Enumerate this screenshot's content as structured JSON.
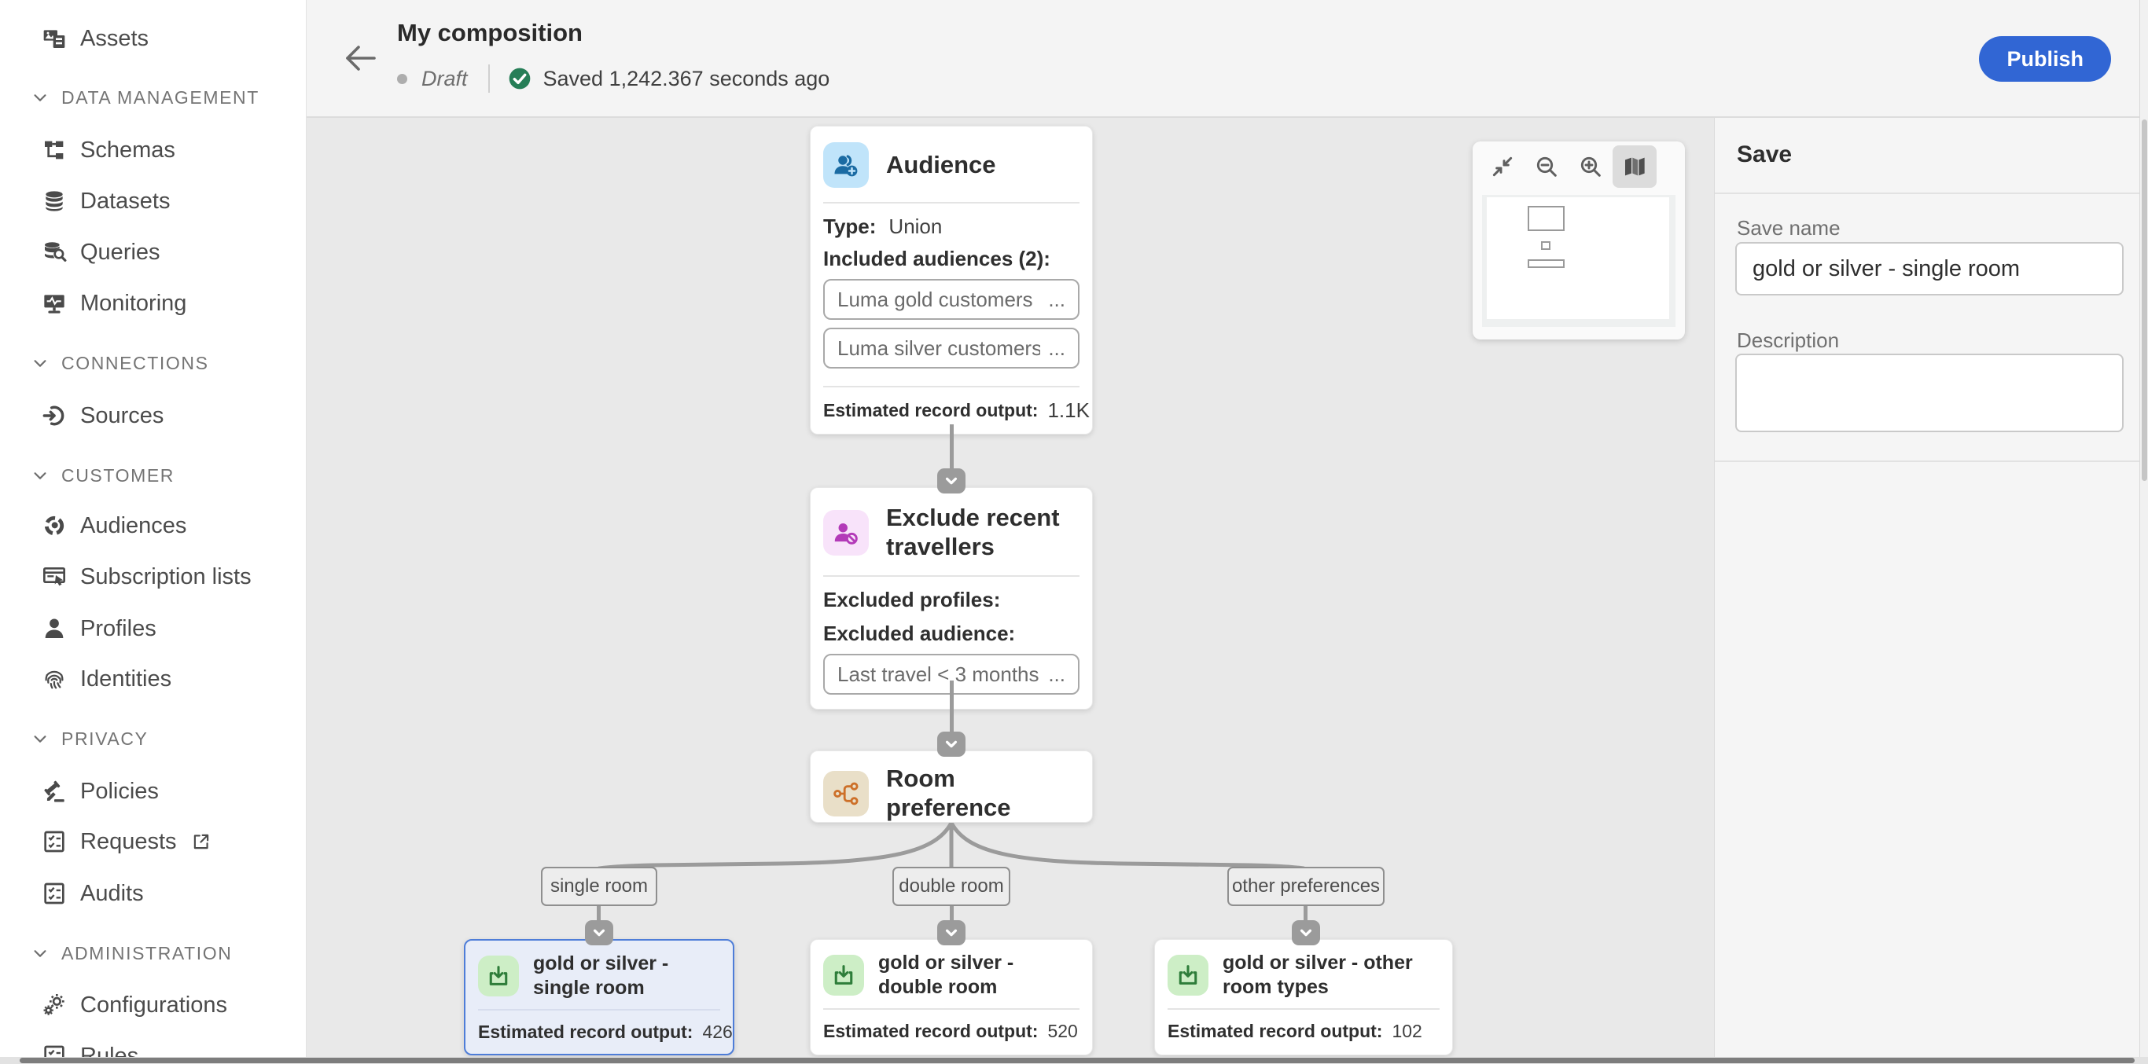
{
  "sidebar": {
    "assets_label": "Assets",
    "sections": [
      {
        "title": "DATA MANAGEMENT",
        "items": [
          {
            "label": "Schemas"
          },
          {
            "label": "Datasets"
          },
          {
            "label": "Queries"
          },
          {
            "label": "Monitoring"
          }
        ]
      },
      {
        "title": "CONNECTIONS",
        "items": [
          {
            "label": "Sources"
          }
        ]
      },
      {
        "title": "CUSTOMER",
        "items": [
          {
            "label": "Audiences"
          },
          {
            "label": "Subscription lists"
          },
          {
            "label": "Profiles"
          },
          {
            "label": "Identities"
          }
        ]
      },
      {
        "title": "PRIVACY",
        "items": [
          {
            "label": "Policies"
          },
          {
            "label": "Requests"
          },
          {
            "label": "Audits"
          }
        ]
      },
      {
        "title": "ADMINISTRATION",
        "items": [
          {
            "label": "Configurations"
          },
          {
            "label": "Rules"
          }
        ]
      }
    ]
  },
  "header": {
    "title": "My composition",
    "status": "Draft",
    "saved_text": "Saved 1,242.367 seconds ago",
    "publish_label": "Publish"
  },
  "canvas": {
    "audience": {
      "title": "Audience",
      "type_label": "Type:",
      "type_value": "Union",
      "included_label": "Included audiences (2):",
      "chips": [
        "Luma gold customers",
        "Luma silver customers"
      ],
      "chip_more": "...",
      "output_label": "Estimated record output:",
      "output_value": "1.1K"
    },
    "exclude": {
      "title": "Exclude recent travellers",
      "profiles_label": "Excluded profiles:",
      "audience_label": "Excluded audience:",
      "chip": "Last travel < 3 months",
      "chip_more": "..."
    },
    "split": {
      "title": "Room preference"
    },
    "branches": [
      "single room",
      "double room",
      "other preferences"
    ],
    "leaves": [
      {
        "title": "gold or silver - single room",
        "output_label": "Estimated record output:",
        "output_value": "426"
      },
      {
        "title": "gold or silver - double room",
        "output_label": "Estimated record output:",
        "output_value": "520"
      },
      {
        "title": "gold or silver - other room types",
        "output_label": "Estimated record output:",
        "output_value": "102"
      }
    ]
  },
  "panel": {
    "title": "Save",
    "name_label": "Save name",
    "name_value": "gold or silver - single room",
    "desc_label": "Description",
    "desc_value": ""
  },
  "colors": {
    "publish_blue": "#3166d4",
    "status_green": "#267e57",
    "audience_tile": "#c0e4fa",
    "audience_icon": "#1a6ba3",
    "exclude_tile": "#f8e3fa",
    "exclude_icon": "#b33ab8",
    "split_tile": "#e9dfc8",
    "split_icon": "#cd7029",
    "leaf_tile": "#cdeec6",
    "leaf_icon": "#2e7d3a",
    "connector": "#9b9b9b",
    "selected_border": "#4e7dd8"
  }
}
